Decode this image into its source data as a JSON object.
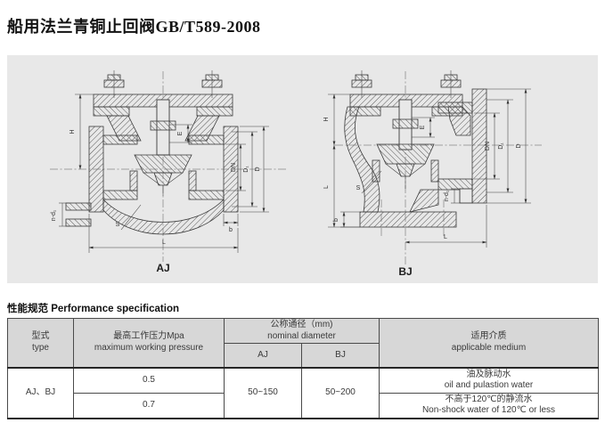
{
  "title": "船用法兰青铜止回阀GB/T589-2008",
  "drawings": {
    "aj": {
      "caption": "AJ",
      "dims": {
        "h": "H",
        "e": "E",
        "dn": "DN",
        "d1": "D₁",
        "d": "D",
        "s": "S",
        "b": "b",
        "nd1": "n-d₁",
        "l": "L"
      }
    },
    "bj": {
      "caption": "BJ",
      "dims": {
        "h": "H",
        "l_side": "L",
        "e": "E",
        "dn": "DN",
        "d1": "D₁",
        "d": "D",
        "s": "S",
        "b": "b",
        "nd1": "n-d₁",
        "l": "L"
      }
    }
  },
  "spec": {
    "heading": "性能规范 Performance specification",
    "table": {
      "col_type": {
        "zh": "型式",
        "en": "type"
      },
      "col_pressure": {
        "zh": "最高工作压力Mpa",
        "en": "maximum working pressure"
      },
      "col_dn": {
        "zh": "公称通径（mm)",
        "en": "nominal diameter",
        "sub_aj": "AJ",
        "sub_bj": "BJ"
      },
      "col_medium": {
        "zh": "适用介质",
        "en": "applicable medium"
      },
      "type_value": "AJ、BJ",
      "pressure_values": [
        "0.5",
        "0.7"
      ],
      "dn_aj_value": "50~150",
      "dn_bj_value": "50~200",
      "mediums": [
        {
          "zh": "油及脉动水",
          "en": "oil and pulastion water"
        },
        {
          "zh": "不高于120℃的静流水",
          "en": "Non-shock water of 120℃ or less"
        }
      ]
    }
  }
}
